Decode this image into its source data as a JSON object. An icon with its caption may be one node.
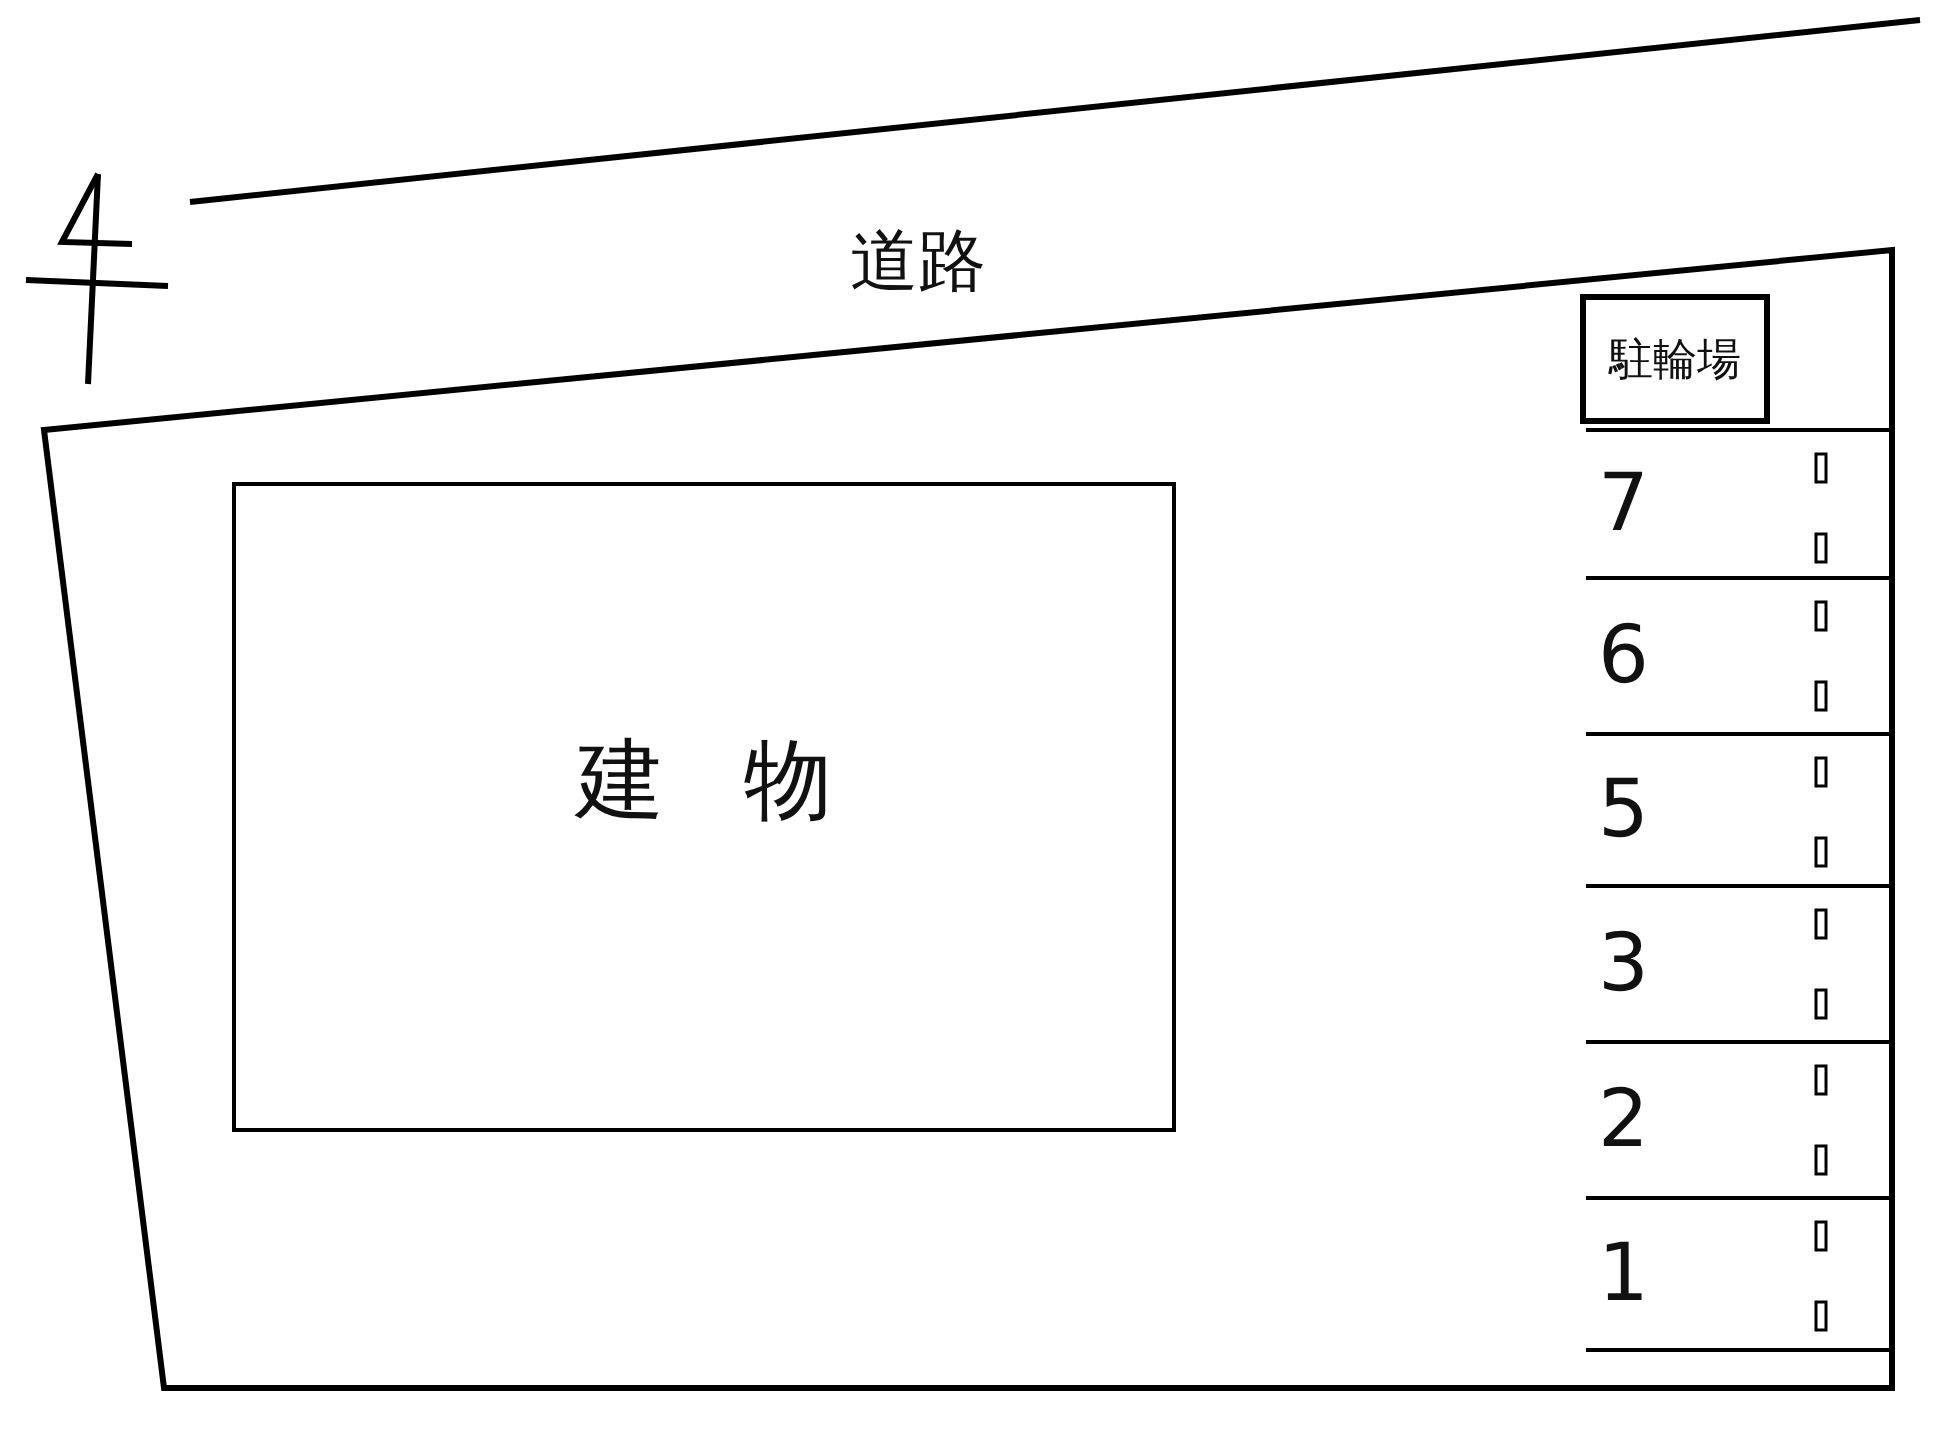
{
  "diagram": {
    "nodes": [
      {
        "text": [
          "建物"
        ]
      },
      {
        "text": [
          "駐輪場"
        ]
      },
      {
        "text": [
          "7"
        ]
      },
      {
        "text": [
          "6"
        ]
      },
      {
        "text": [
          "5"
        ]
      },
      {
        "text": [
          "3"
        ]
      },
      {
        "text": [
          "2"
        ]
      },
      {
        "text": [
          "1"
        ]
      }
    ],
    "edges": [],
    "labels": [
      "道路"
    ]
  }
}
